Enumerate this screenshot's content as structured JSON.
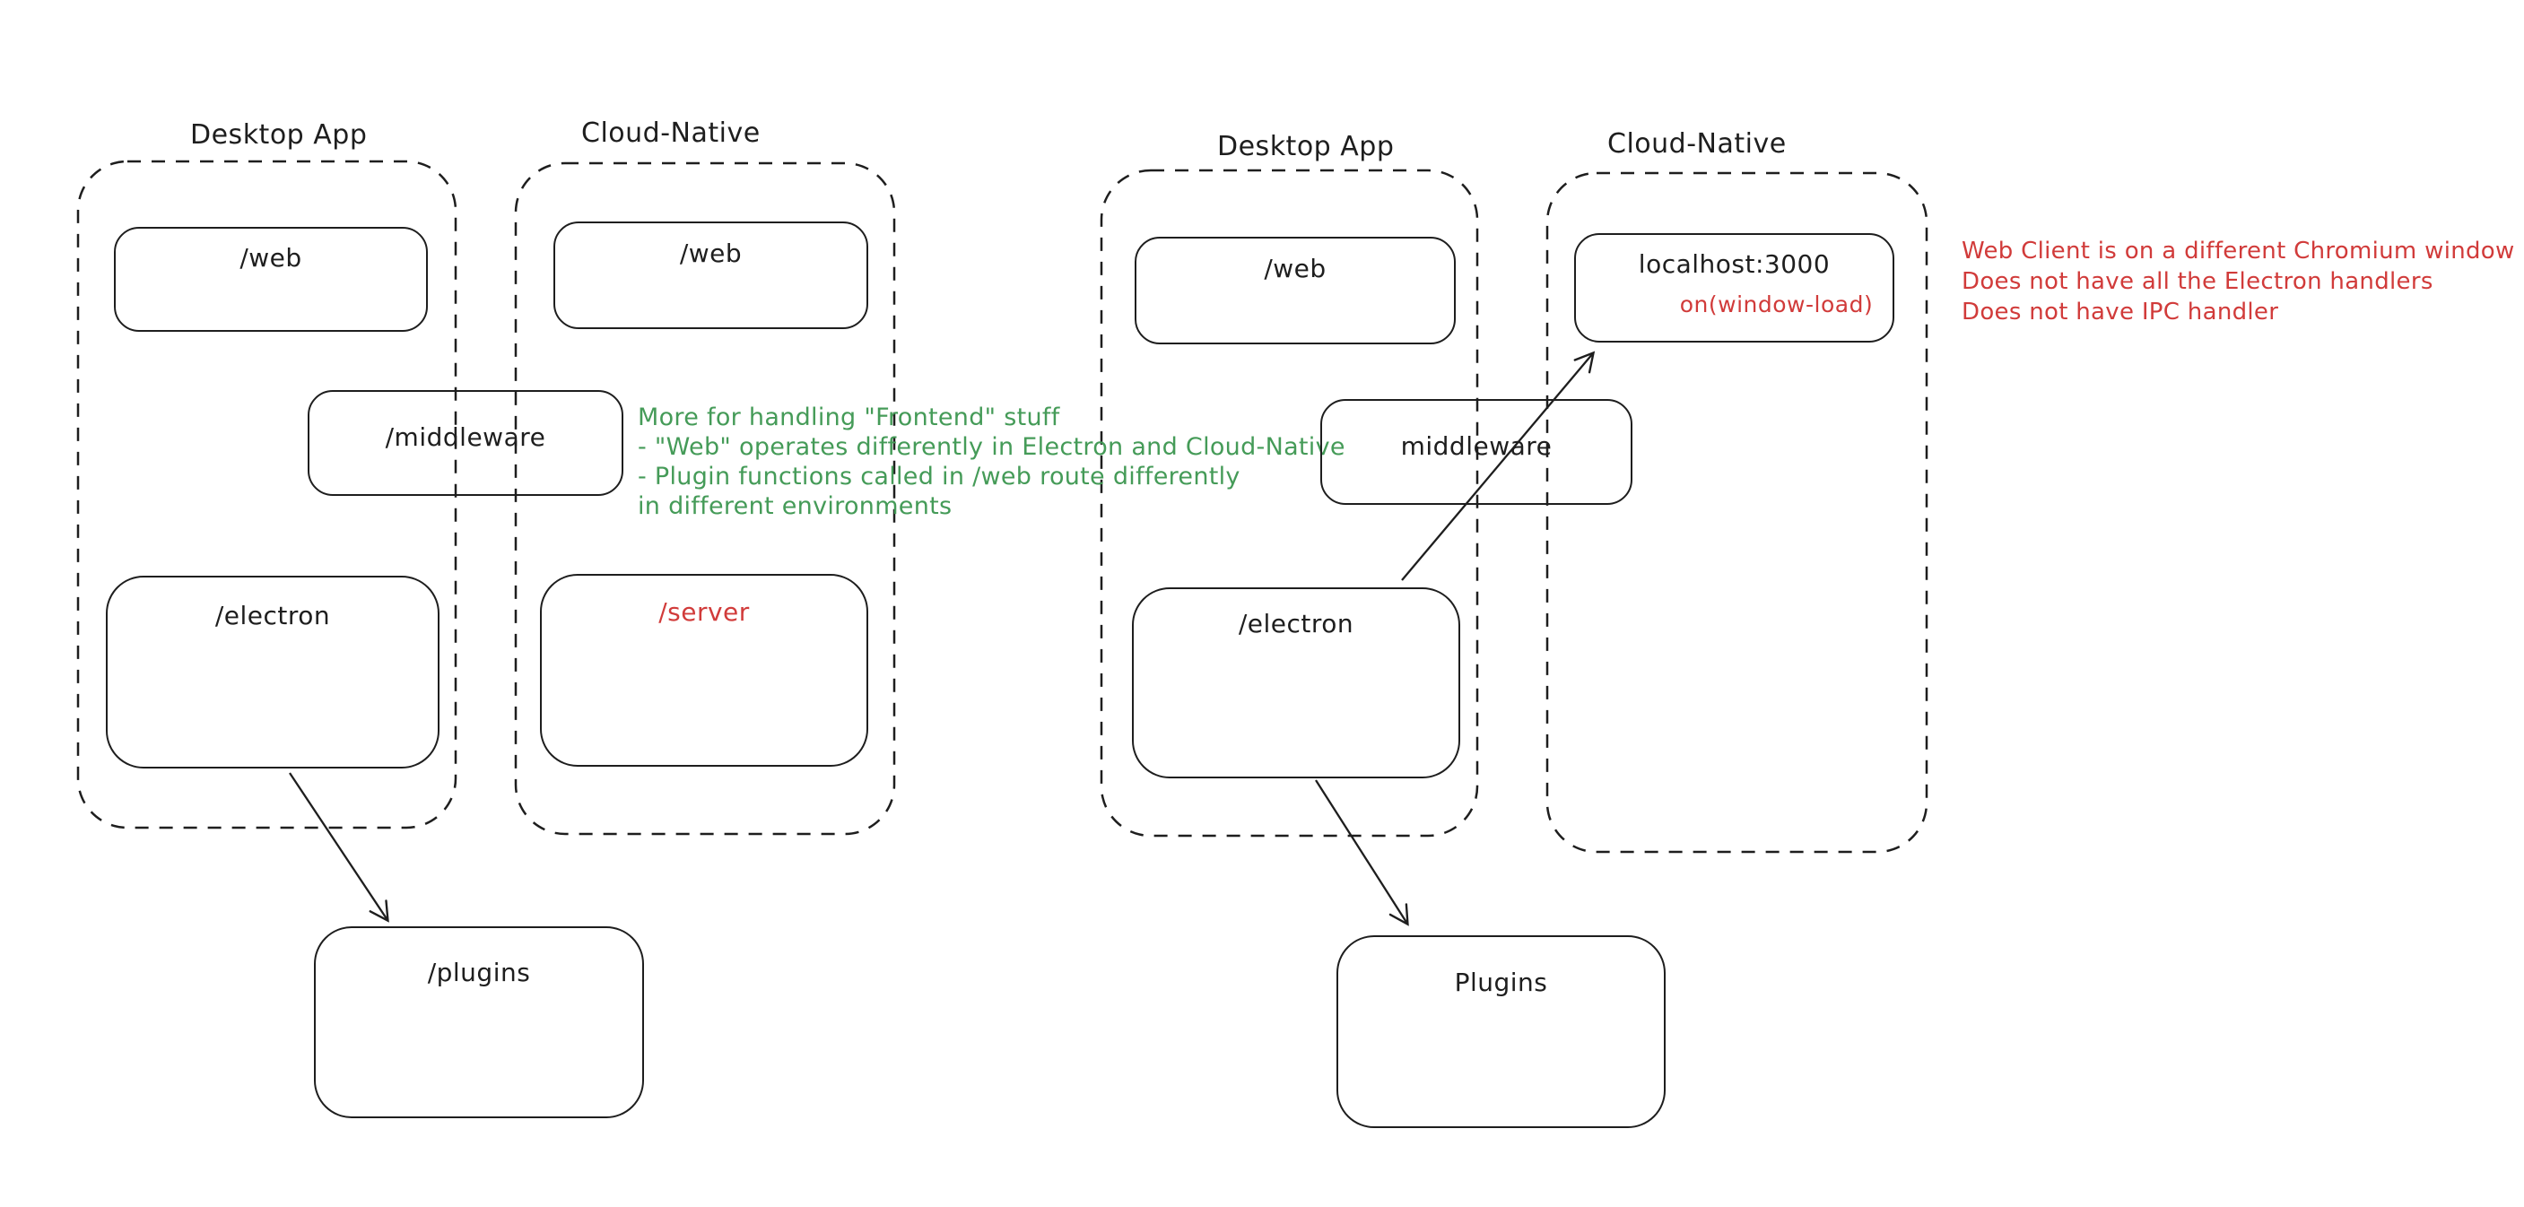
{
  "colors": {
    "ink": "#1e1e1e",
    "red": "#d13b3a",
    "green": "#459b58",
    "background": "#ffffff"
  },
  "left": {
    "desktop": {
      "title": "Desktop App",
      "web": "/web",
      "electron": "/electron"
    },
    "cloud": {
      "title": "Cloud-Native",
      "web": "/web",
      "server": "/server"
    },
    "middleware": "/middleware",
    "plugins": "/plugins",
    "note_lines": [
      "More for handling \"Frontend\" stuff",
      "- \"Web\" operates differently in Electron and Cloud-Native",
      "- Plugin functions called in /web route differently",
      "in different environments"
    ]
  },
  "right": {
    "desktop": {
      "title": "Desktop App",
      "web": "/web",
      "electron": "/electron"
    },
    "cloud": {
      "title": "Cloud-Native",
      "localhost": "localhost:3000",
      "on_load": "on(window-load)"
    },
    "middleware": "middleware",
    "plugins": "Plugins",
    "note_lines": [
      "Web Client is on a different Chromium window",
      "Does not have all the Electron handlers",
      "Does not have IPC handler"
    ]
  }
}
